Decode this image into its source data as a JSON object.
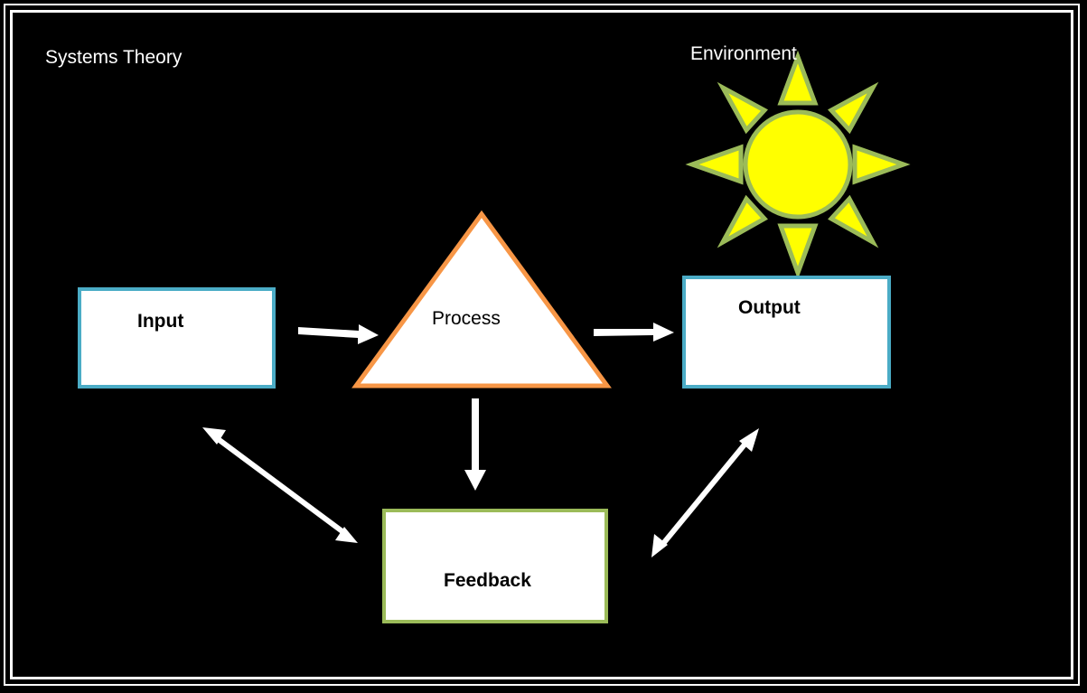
{
  "title": "Systems Theory",
  "environment_label": "Environment",
  "nodes": {
    "input": "Input",
    "process": "Process",
    "output": "Output",
    "feedback": "Feedback"
  },
  "colors": {
    "background": "#000000",
    "box_fill": "#ffffff",
    "input_output_border": "#4bacc6",
    "feedback_border": "#9bbb59",
    "process_border": "#f79646",
    "sun_fill": "#ffff00",
    "sun_outline": "#9bbb59",
    "arrows": "#ffffff"
  },
  "icons": [
    "sun-icon"
  ]
}
